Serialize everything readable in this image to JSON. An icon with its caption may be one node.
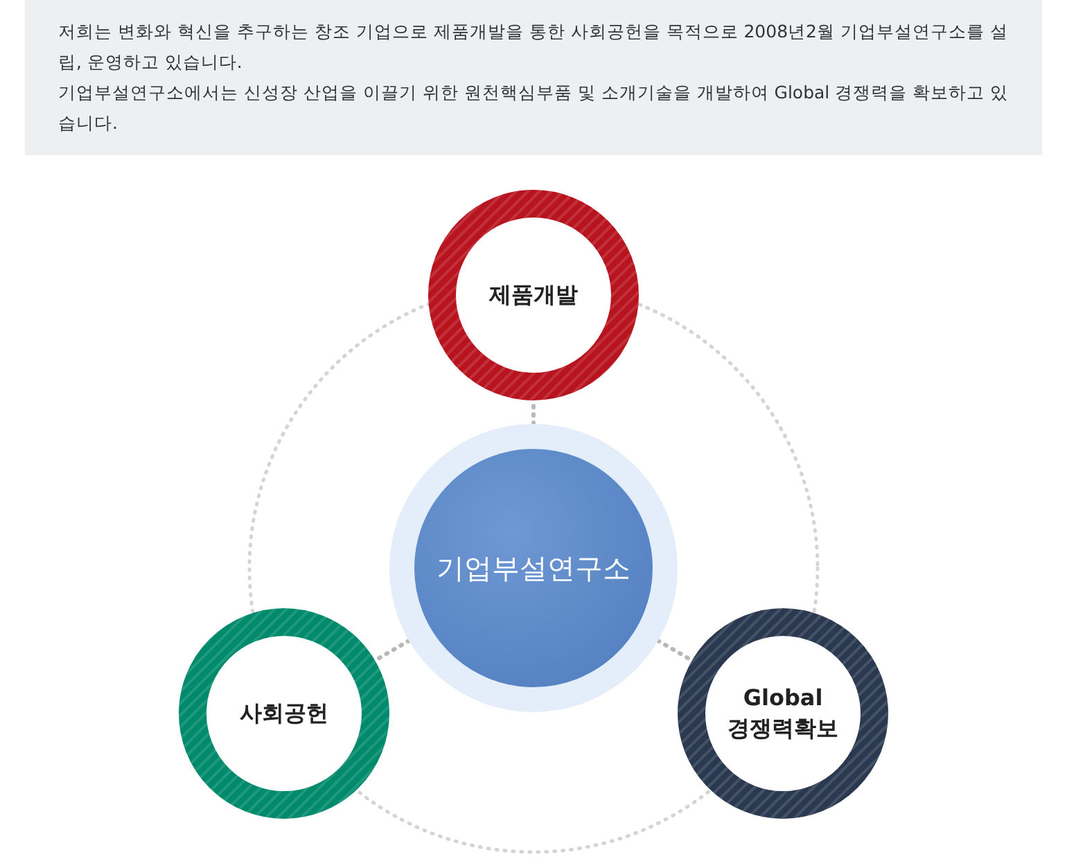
{
  "diagram": {
    "nodes": [
      {
        "text": [
          "저희는 변화와 혁신을 추구하는 창조 기업으로 제품개발을 통한 사회공헌을 목적으로 2008년2월 기업부설연구소를 설립, 운영하고 있습니다.",
          "기업부설연구소에서는 신성장 산업을 이끌기 위한 원천핵심부품 및 소개기술을 개발하여 Global 경쟁력을 확보하고 있습니다."
        ]
      },
      {
        "text": [
          "제품개발"
        ]
      },
      {
        "text": [
          "기업부설연구소"
        ]
      },
      {
        "text": [
          "사회공헌"
        ]
      },
      {
        "text": [
          "Global 경쟁력확보"
        ]
      }
    ],
    "edges": [
      {
        "from": 2,
        "to": 1,
        "arrow": "none",
        "style": "dashed"
      },
      {
        "from": 2,
        "to": 3,
        "arrow": "none",
        "style": "dashed"
      },
      {
        "from": 2,
        "to": 4,
        "arrow": "none",
        "style": "dashed"
      }
    ]
  }
}
